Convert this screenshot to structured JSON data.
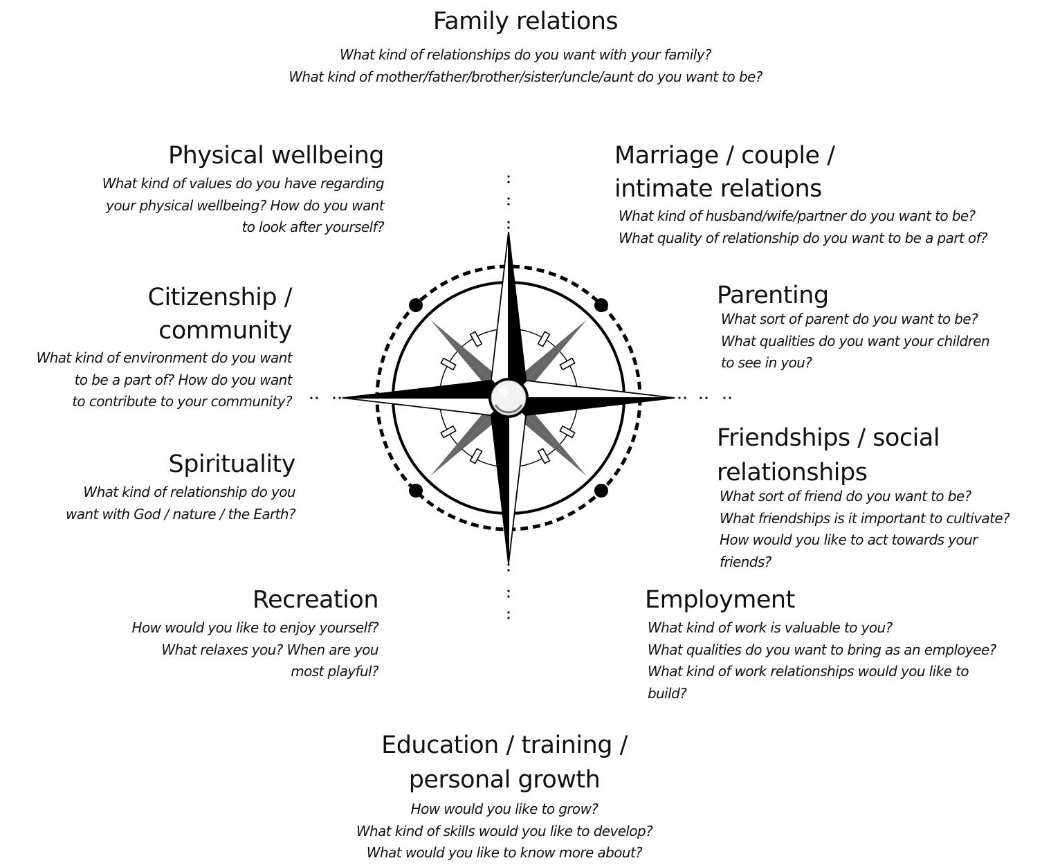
{
  "sections": {
    "family": {
      "title": "Family relations",
      "lines": [
        "What kind of relationships do you want with your family?",
        "What kind of mother/father/brother/sister/uncle/aunt do you want to be?"
      ]
    },
    "physical": {
      "title": "Physical wellbeing",
      "lines": [
        "What kind of values do you have regarding",
        "your physical wellbeing? How do you want",
        "to look after yourself?"
      ]
    },
    "marriage": {
      "title_lines": [
        "Marriage / couple /",
        "intimate relations"
      ],
      "lines": [
        "What kind of husband/wife/partner do you want to be?",
        "What quality of relationship do you want to be a part of?"
      ]
    },
    "citizenship": {
      "title_lines": [
        "Citizenship /",
        "community"
      ],
      "lines": [
        "What kind of environment do you want",
        "to be a part of? How do you want",
        "to contribute to your community?"
      ]
    },
    "parenting": {
      "title": "Parenting",
      "lines": [
        "What sort of parent do you want to be?",
        "What qualities do you want your children",
        "to see in you?"
      ]
    },
    "spirituality": {
      "title": "Spirituality",
      "lines": [
        "What kind of relationship do you",
        "want with God / nature / the Earth?"
      ]
    },
    "friendships": {
      "title_lines": [
        "Friendships / social",
        "relationships"
      ],
      "lines": [
        "What sort of friend do you want to be?",
        "What friendships is it important to cultivate?",
        "How would you like to act towards your",
        "friends?"
      ]
    },
    "recreation": {
      "title": "Recreation",
      "lines": [
        "How would you like to enjoy yourself?",
        "What relaxes you? When are you",
        "most playful?"
      ]
    },
    "employment": {
      "title": "Employment",
      "lines": [
        "What kind of work is valuable to you?",
        "What qualities do you want to bring as an employee?",
        "What kind of work relationships would you like to",
        "build?"
      ]
    },
    "education": {
      "title_lines": [
        "Education / training /",
        "personal growth"
      ],
      "lines": [
        "How would you like to grow?",
        "What kind of skills would you like to develop?",
        "What would you like to know more about?"
      ]
    }
  },
  "colors": {
    "text": "#111111",
    "ink": "#000000",
    "diagonal_points": "#666666",
    "background": "#ffffff"
  }
}
